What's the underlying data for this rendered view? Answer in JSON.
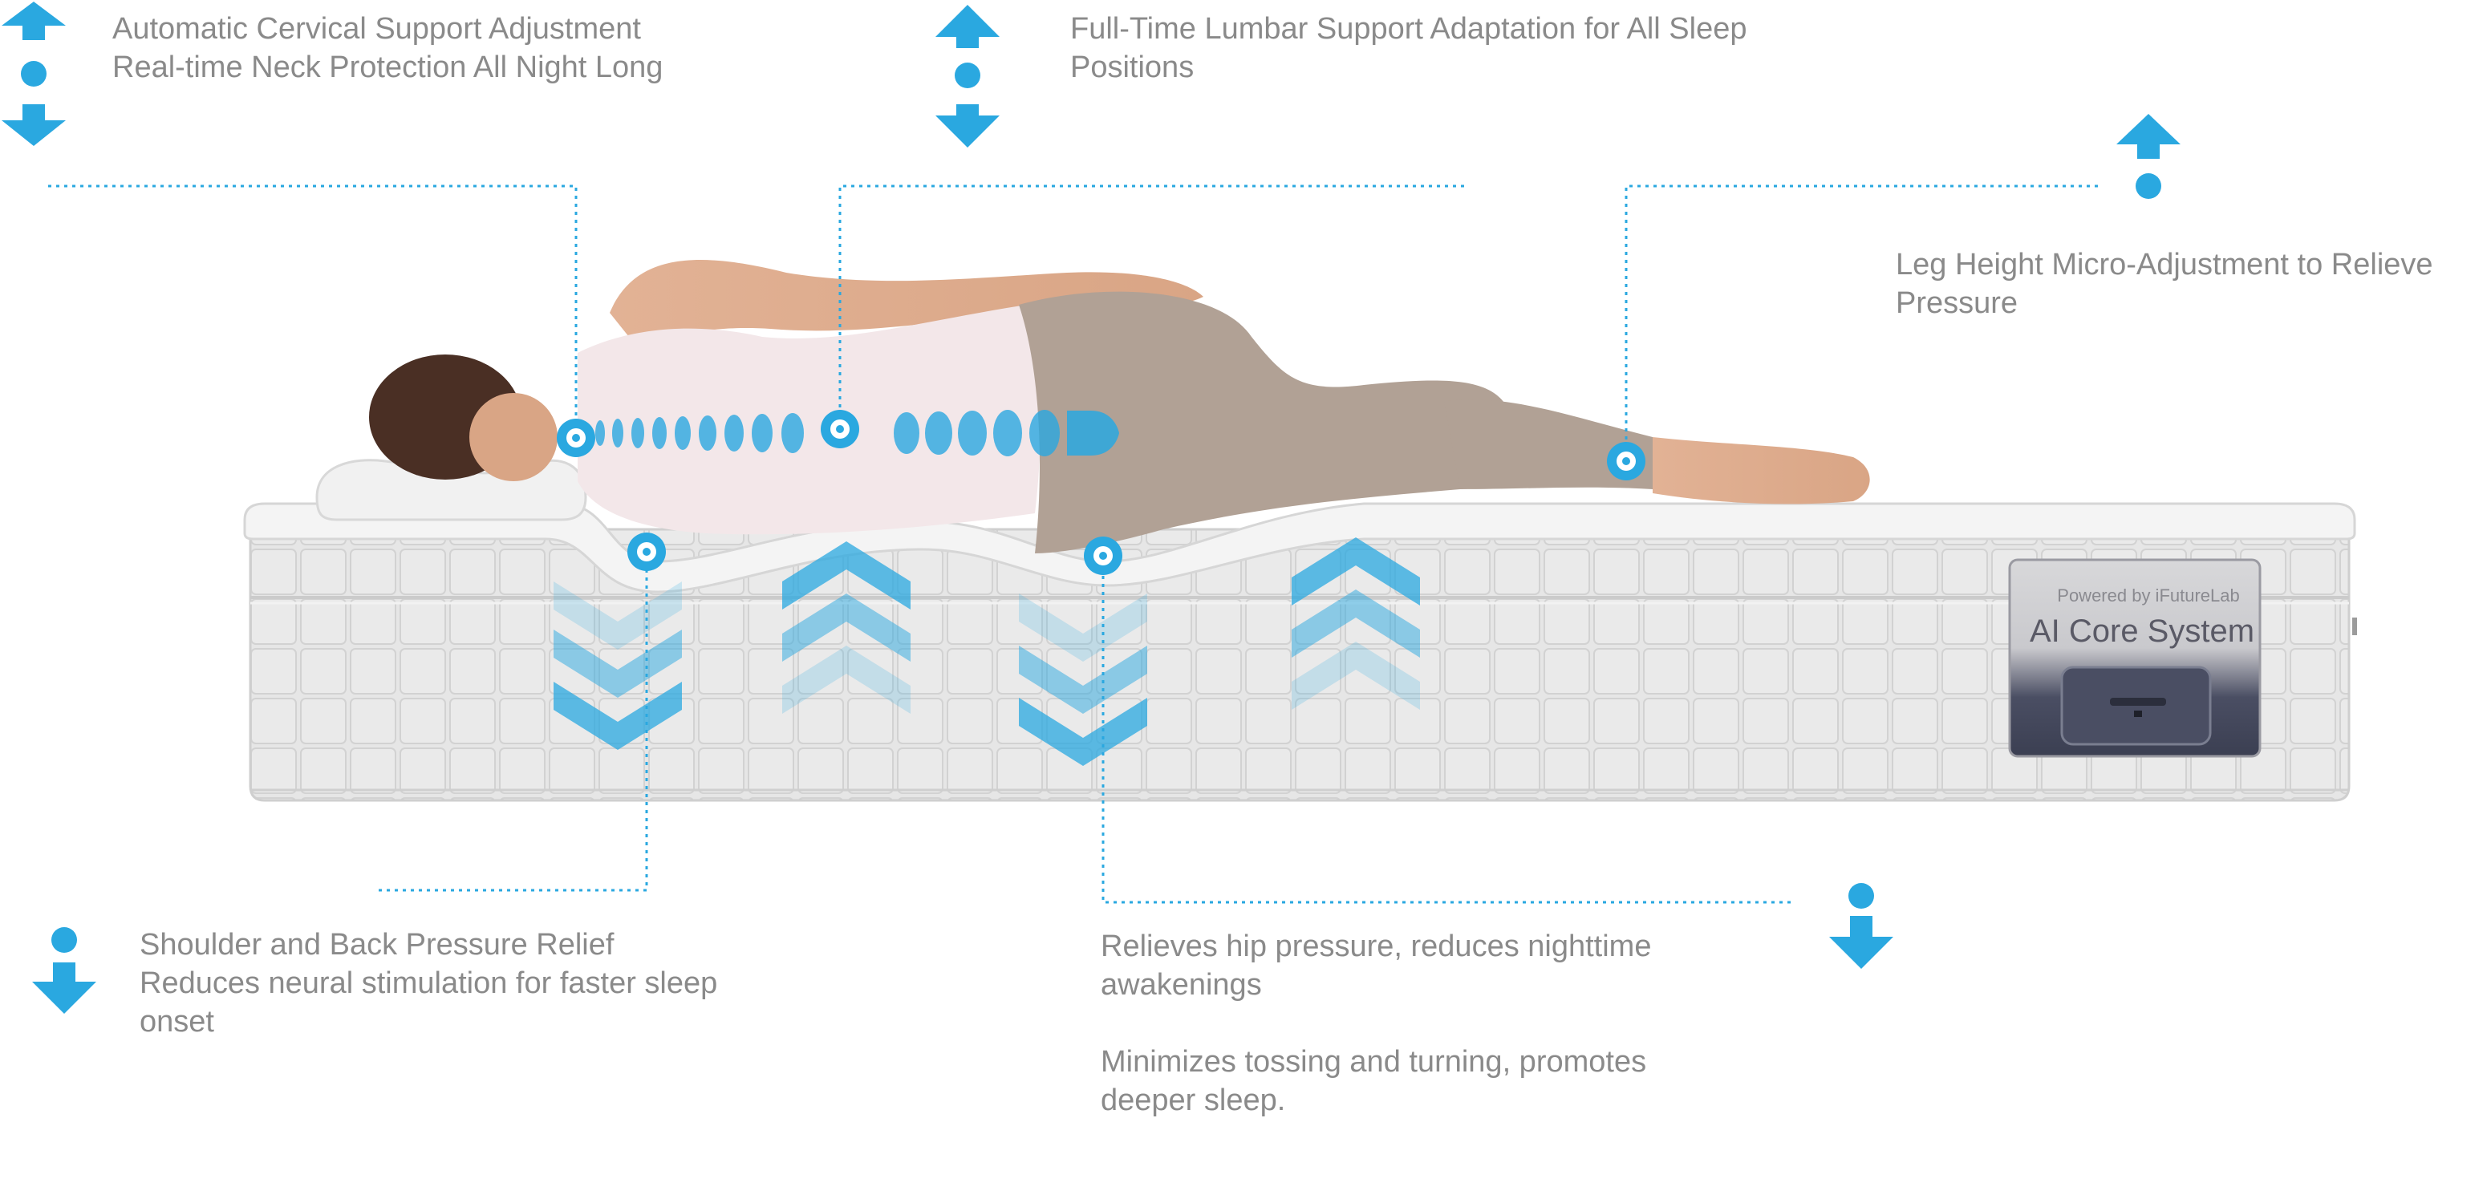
{
  "colors": {
    "accent": "#2aa8e0",
    "accent_light": "#8fd1ef",
    "text": "#8a8a8a",
    "mattress": "#e4e4e4",
    "panel_dark": "#4a4e63"
  },
  "icons": [
    "double-arrow-icon",
    "up-arrow-icon",
    "down-arrow-icon",
    "chevron-down-icon",
    "chevron-up-icon",
    "sensor-node-icon"
  ],
  "callouts": {
    "cervical": {
      "line1": "Automatic Cervical Support Adjustment",
      "line2": "Real-time Neck Protection All Night Long"
    },
    "lumbar": {
      "line1": "Full-Time Lumbar Support Adaptation for All Sleep",
      "line2": "Positions"
    },
    "leg": {
      "line1": "Leg Height Micro-Adjustment to Relieve",
      "line2": "Pressure"
    },
    "shoulder": {
      "line1": "Shoulder and Back Pressure Relief",
      "line2": "Reduces neural stimulation for faster sleep",
      "line3": "onset"
    },
    "hip": {
      "line1": "Relieves hip pressure, reduces nighttime",
      "line2": "awakenings",
      "line3": "Minimizes tossing and turning, promotes",
      "line4": "deeper sleep."
    }
  },
  "panel": {
    "powered_by": "Powered by iFutureLab",
    "title": "AI Core System"
  }
}
